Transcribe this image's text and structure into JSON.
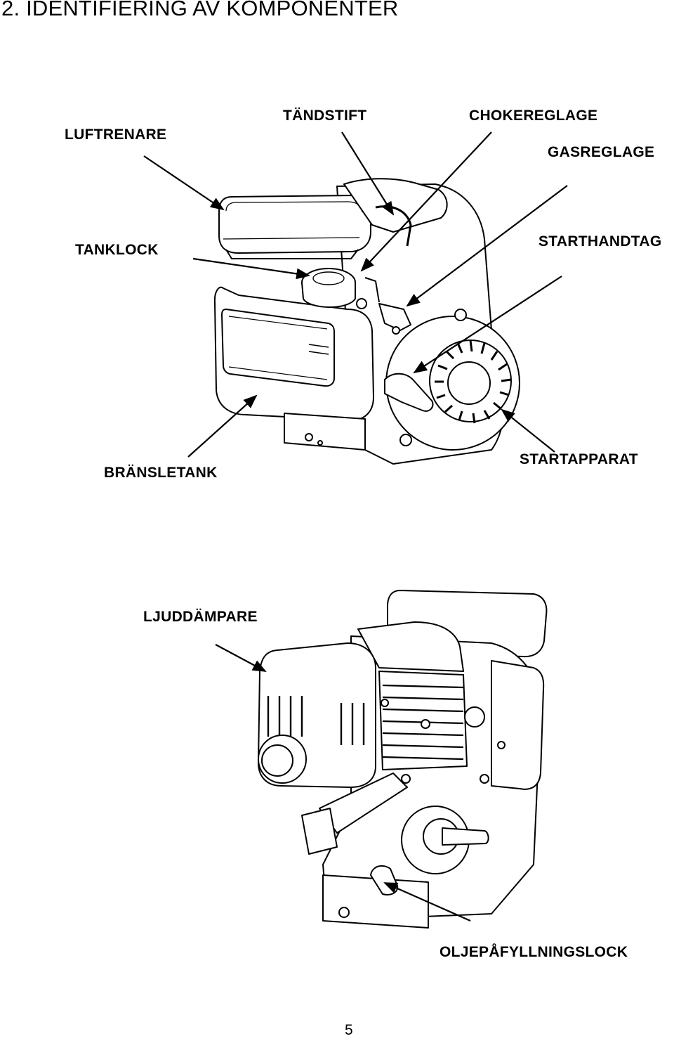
{
  "page": {
    "title": "2. IDENTIFIERING AV KOMPONENTER",
    "page_number": "5"
  },
  "labels": {
    "luftrenare": "LUFTRENARE",
    "tandstift": "TÄNDSTIFT",
    "chokereglage": "CHOKEREGLAGE",
    "gasreglage": "GASREGLAGE",
    "tanklock": "TANKLOCK",
    "starthandtag": "STARTHANDTAG",
    "bransletank": "BRÄNSLETANK",
    "startapparat": "STARTAPPARAT",
    "ljuddampare": "LJUDDÄMPARE",
    "oljepafyllningslock": "OLJEPÅFYLLNINGSLOCK"
  }
}
